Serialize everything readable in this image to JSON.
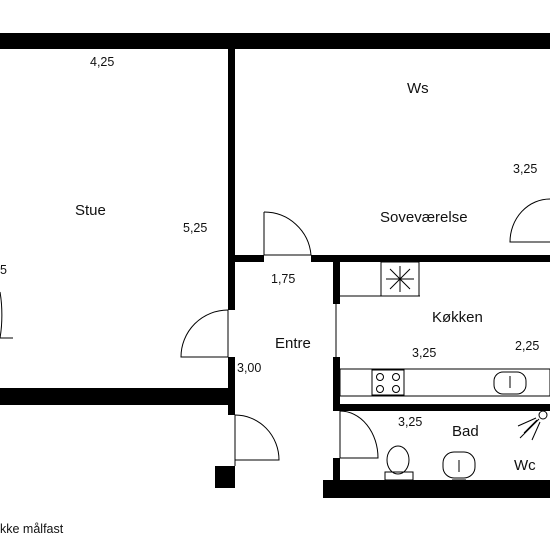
{
  "plan": {
    "note": "kke målfast",
    "rooms": {
      "stue": "Stue",
      "sovevaerelse": "Soveværelse",
      "entre": "Entre",
      "koekken": "Køkken",
      "bad": "Bad",
      "ws": "Ws",
      "wc": "Wc"
    },
    "dimensions": {
      "stue_width": "4,25",
      "stue_depth": "5,25",
      "stue_left_partial": "5",
      "sove_depth": "3,25",
      "entre_width": "1,75",
      "entre_depth": "3,00",
      "koekken_width": "3,25",
      "koekken_depth": "2,25",
      "bad_width": "3,25"
    }
  }
}
